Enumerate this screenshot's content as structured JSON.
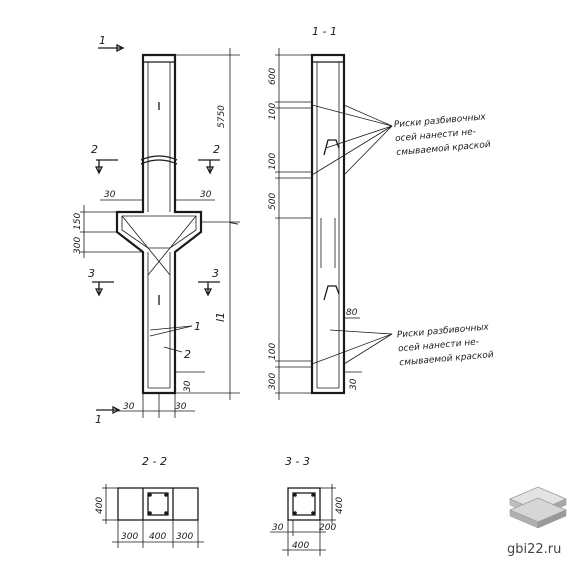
{
  "section_labels": {
    "s11": "1 - 1",
    "s22": "2 - 2",
    "s33": "3 - 3",
    "cut1_top": "1",
    "cut1_bottom": "1",
    "cut2_left": "2",
    "cut2_right": "2",
    "cut3_left": "3",
    "cut3_right": "3"
  },
  "dims_front": {
    "total_upper": "5750",
    "l": "l",
    "l1": "l1",
    "d30_tl": "30",
    "d30_tr": "30",
    "d150": "150",
    "d300": "300",
    "d30_side": "30",
    "d30_bl": "30",
    "d30_br": "30",
    "mark1": "1",
    "mark2": "2"
  },
  "dims_side": {
    "d600": "600",
    "d100a": "100",
    "d100b": "100",
    "d500": "500",
    "d80": "80",
    "d100c": "100",
    "d300": "300",
    "d30": "30"
  },
  "notes": {
    "note1": [
      "Риски разбивочных",
      "осей нанести не-",
      "смываемой краской"
    ],
    "note2": [
      "Риски разбивочных",
      "осей нанести не-",
      "смываемой краской"
    ]
  },
  "dims_22": {
    "h400": "400",
    "w300a": "300",
    "w400": "400",
    "w300b": "300"
  },
  "dims_33": {
    "h400": "400",
    "w30": "30",
    "w200": "200",
    "w400": "400"
  },
  "watermark": {
    "text": "gbi22.ru"
  }
}
